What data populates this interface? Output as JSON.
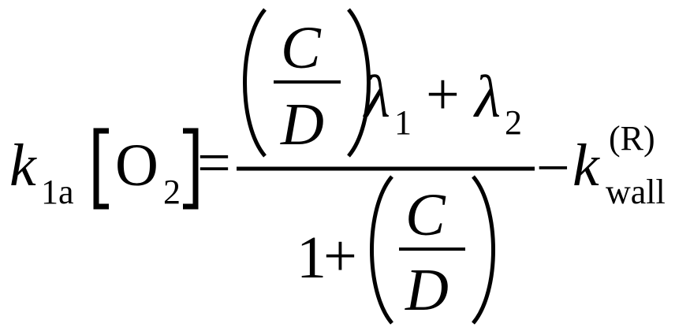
{
  "equation": {
    "lhs": {
      "k": "k",
      "k_sub": "1a",
      "species": "O",
      "species_sub": "2",
      "equals": "="
    },
    "numerator": {
      "frac_top": "C",
      "frac_bottom": "D",
      "lambda1": "λ",
      "lambda1_sub": "1",
      "plus": "+",
      "lambda2": "λ",
      "lambda2_sub": "2"
    },
    "denominator": {
      "one": "1",
      "plus": "+",
      "frac_top": "C",
      "frac_bottom": "D"
    },
    "tail": {
      "minus": "−",
      "k": "k",
      "k_sup": "(R)",
      "k_sub": "wall"
    }
  }
}
